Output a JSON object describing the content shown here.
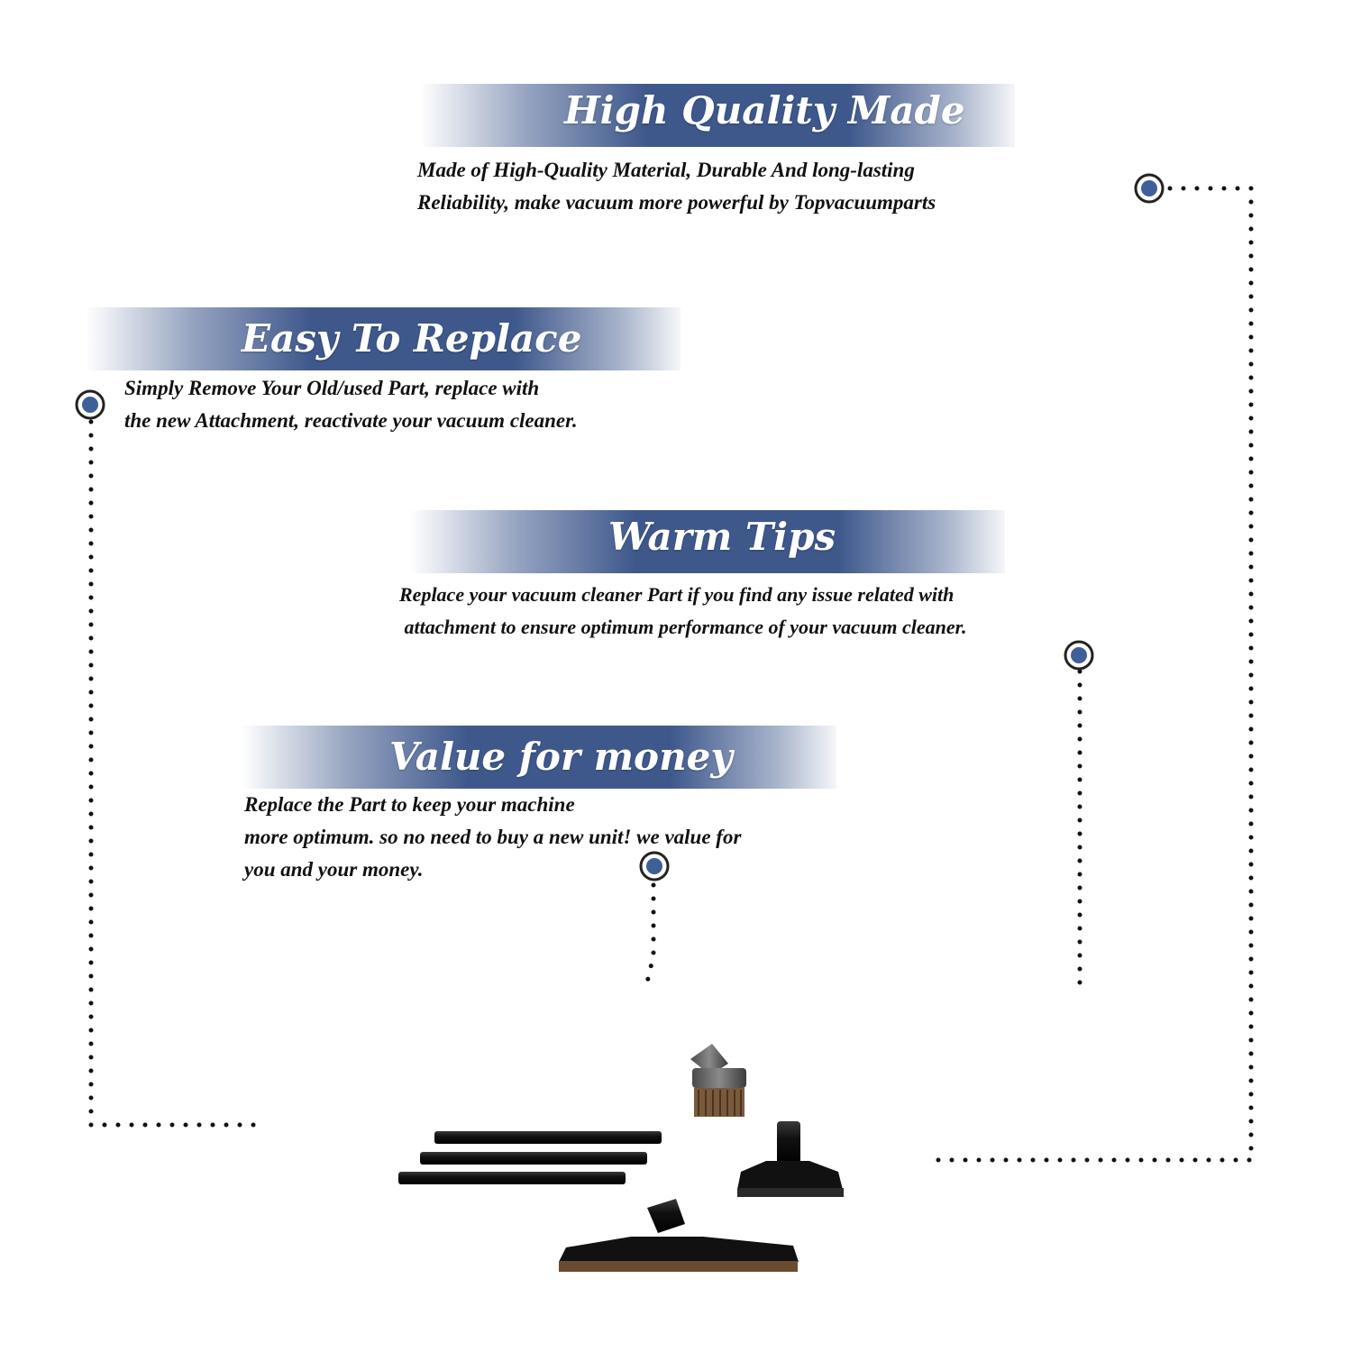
{
  "sections": [
    {
      "title": "High Quality Made",
      "lines": [
        "Made of  High-Quality Material, Durable And long-lasting",
        "Reliability, make vacuum more powerful by Topvacuumparts"
      ]
    },
    {
      "title": "Easy To Replace",
      "lines": [
        "Simply Remove Your Old/used Part, replace with",
        "the new Attachment, reactivate your vacuum cleaner."
      ]
    },
    {
      "title": "Warm Tips",
      "lines": [
        "Replace your vacuum cleaner Part if you find any issue related with",
        " attachment to ensure optimum performance of your vacuum cleaner."
      ]
    },
    {
      "title": "Value for money",
      "lines": [
        "Replace the Part to keep your machine",
        "more optimum. so no need to buy a new unit! we value for",
        "you and your money."
      ]
    }
  ],
  "colors": {
    "accent": "#3e588c",
    "dot_fill": "#3f5f9a",
    "text": "#111111"
  },
  "icons": [
    "marker-icon",
    "brush-icon",
    "wand-icon",
    "floor-tool-icon"
  ]
}
